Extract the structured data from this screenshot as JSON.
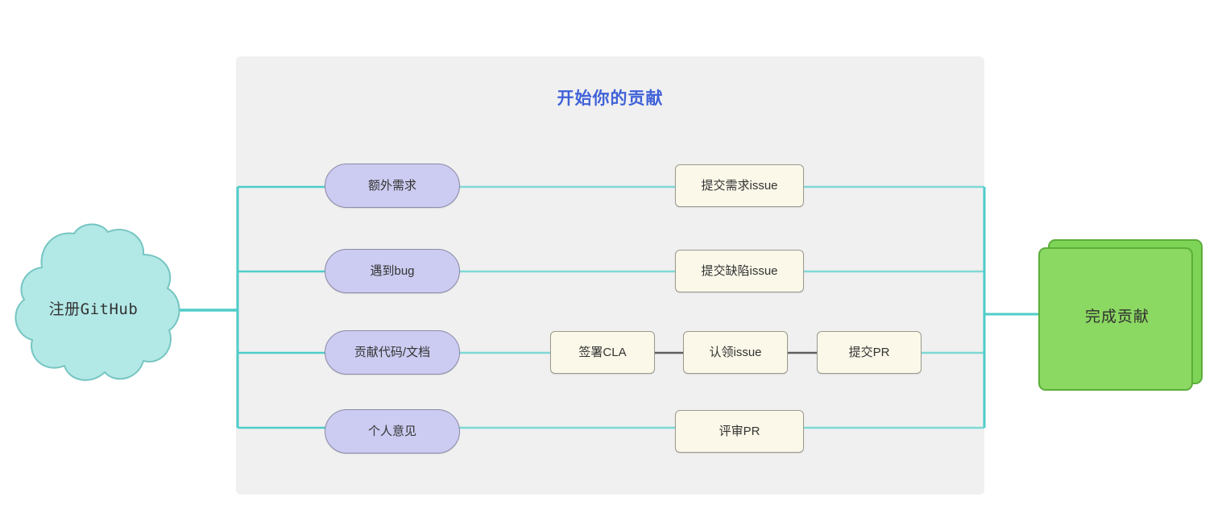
{
  "diagram": {
    "title": "开始你的贡献",
    "title_color": "#4062d8",
    "panel_color": "#f0f0f0",
    "connector_color": "#4ecdc9",
    "link_color": "#5f5f5f"
  },
  "start": {
    "label": "注册GitHub",
    "shape": "cloud",
    "fill": "#b2e8e6",
    "stroke": "#76c5c2"
  },
  "end": {
    "label": "完成贡献",
    "shape": "stacked-rectangle",
    "fill": "#7ed456",
    "stroke": "#5cae3a"
  },
  "branches": [
    {
      "trigger": "额外需求",
      "steps": [
        "提交需求issue"
      ]
    },
    {
      "trigger": "遇到bug",
      "steps": [
        "提交缺陷issue"
      ]
    },
    {
      "trigger": "贡献代码/文档",
      "steps": [
        "签署CLA",
        "认领issue",
        "提交PR"
      ]
    },
    {
      "trigger": "个人意见",
      "steps": [
        "评审PR"
      ]
    }
  ]
}
